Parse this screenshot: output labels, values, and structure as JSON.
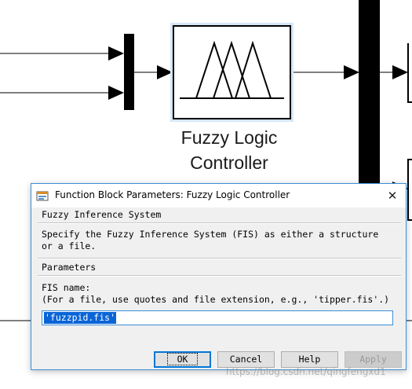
{
  "diagram": {
    "block_label_line1": "Fuzzy Logic",
    "block_label_line2": "Controller"
  },
  "dialog": {
    "title": "Function Block Parameters: Fuzzy Logic Controller",
    "close_glyph": "✕",
    "section_title": "Fuzzy Inference System",
    "description": "Specify the Fuzzy Inference System (FIS) as either a structure or a file.",
    "parameters_title": "Parameters",
    "fis_label": "FIS name:",
    "fis_hint": "(For a file, use quotes and file extension, e.g., 'tipper.fis'.)",
    "fis_value": "'fuzzpid.fis'",
    "buttons": {
      "ok": "OK",
      "cancel": "Cancel",
      "help": "Help",
      "apply": "Apply"
    }
  },
  "watermark": "https://blog.csdn.net/qingfengxd1"
}
